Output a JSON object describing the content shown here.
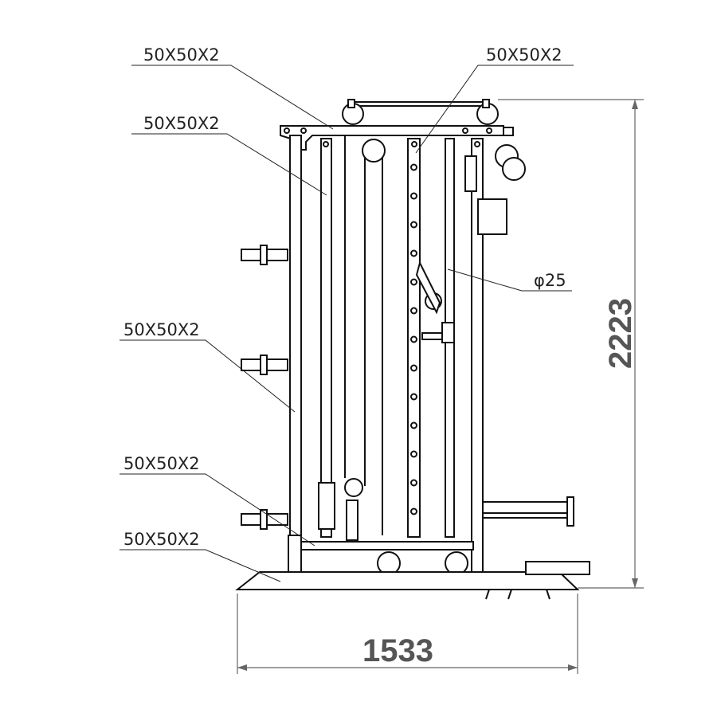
{
  "drawing": {
    "labels": [
      {
        "text": "50X50X2"
      },
      {
        "text": "50X50X2"
      },
      {
        "text": "50X50X2"
      },
      {
        "text": "φ25"
      },
      {
        "text": "50X50X2"
      },
      {
        "text": "50X50X2"
      },
      {
        "text": "50X50X2"
      }
    ],
    "dimensions": {
      "height": "2223",
      "width": "1533"
    }
  }
}
